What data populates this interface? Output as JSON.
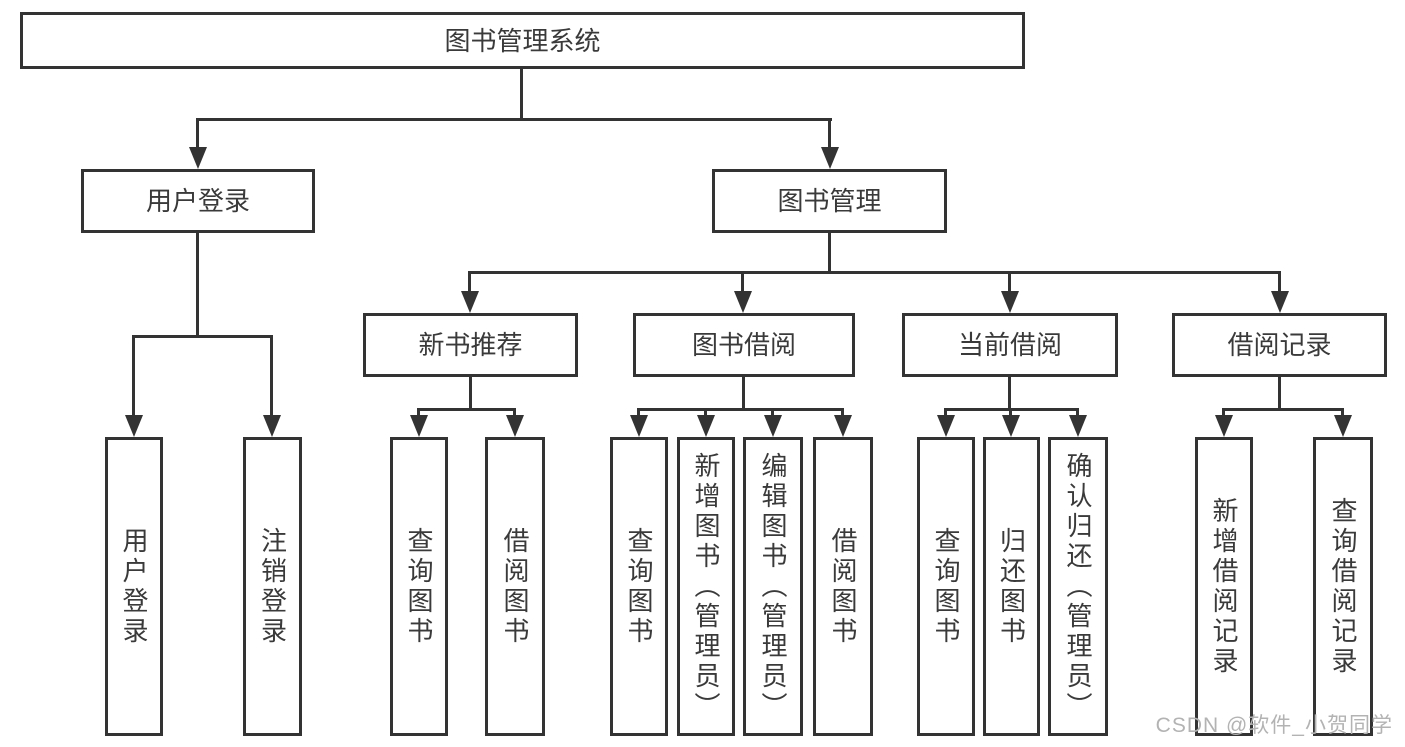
{
  "diagram": {
    "root": "图书管理系统",
    "login": {
      "label": "用户登录",
      "children": [
        "用户登录",
        "注销登录"
      ]
    },
    "management": {
      "label": "图书管理",
      "sections": [
        {
          "label": "新书推荐",
          "children": [
            "查询图书",
            "借阅图书"
          ]
        },
        {
          "label": "图书借阅",
          "children": [
            "查询图书",
            "新增图书（管理员）",
            "编辑图书（管理员）",
            "借阅图书"
          ]
        },
        {
          "label": "当前借阅",
          "children": [
            "查询图书",
            "归还图书",
            "确认归还（管理员）"
          ]
        },
        {
          "label": "借阅记录",
          "children": [
            "新增借阅记录",
            "查询借阅记录"
          ]
        }
      ]
    }
  },
  "watermark": "CSDN @软件_小贺同学",
  "colors": {
    "line": "#333333",
    "text": "#3a3a3a",
    "watermark": "#b3b3b3",
    "background": "#ffffff"
  }
}
